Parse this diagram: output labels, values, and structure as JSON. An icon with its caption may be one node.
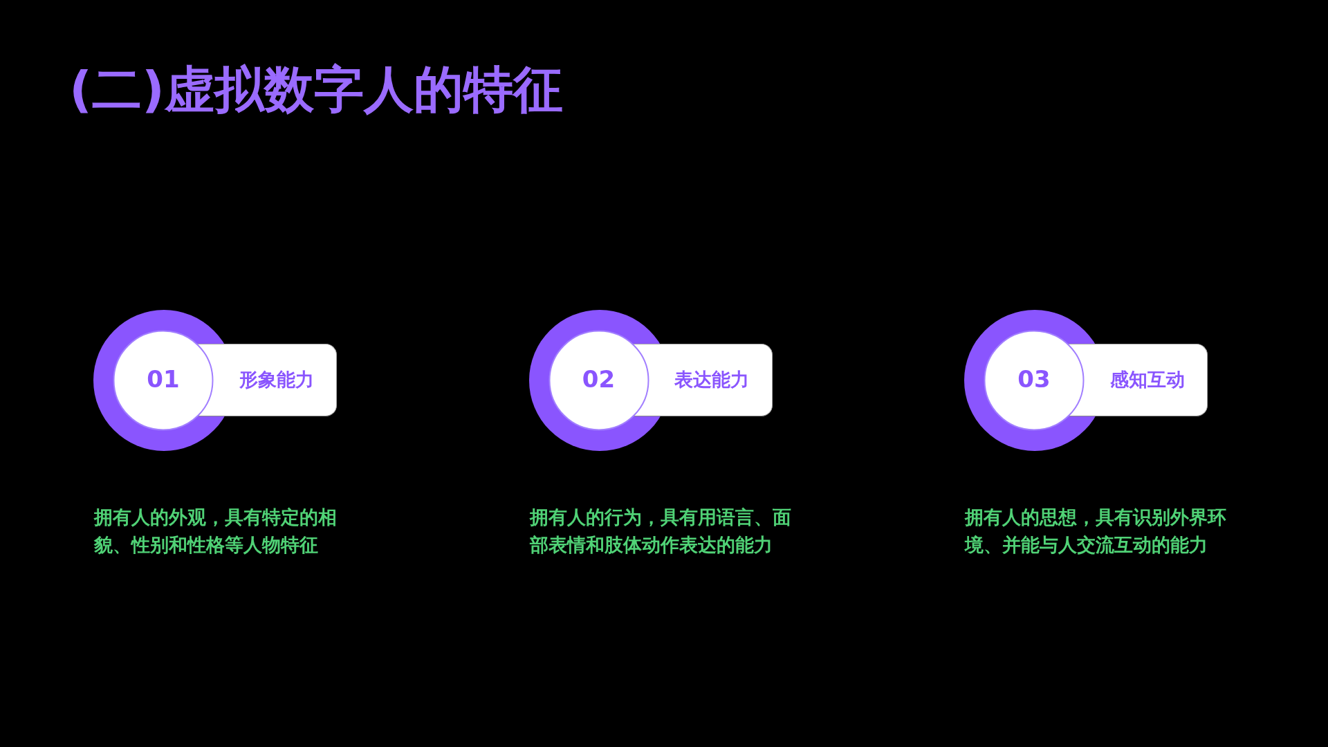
{
  "diagram": {
    "title": "(二)虚拟数字人的特征",
    "nodes": [
      {
        "text": [
          "01"
        ]
      },
      {
        "text": [
          "形象能力"
        ]
      },
      {
        "text": [
          "02"
        ]
      },
      {
        "text": [
          "表达能力"
        ]
      },
      {
        "text": [
          "03"
        ]
      },
      {
        "text": [
          "感知互动"
        ]
      }
    ],
    "labels": [
      "拥有人的外观，具有特定的相貌、性别和性格等人物特征",
      "拥有人的行为，具有用语言、面部表情和肢体动作表达的能力",
      "拥有人的思想，具有识别外界环境、并能与人交流互动的能力"
    ]
  }
}
